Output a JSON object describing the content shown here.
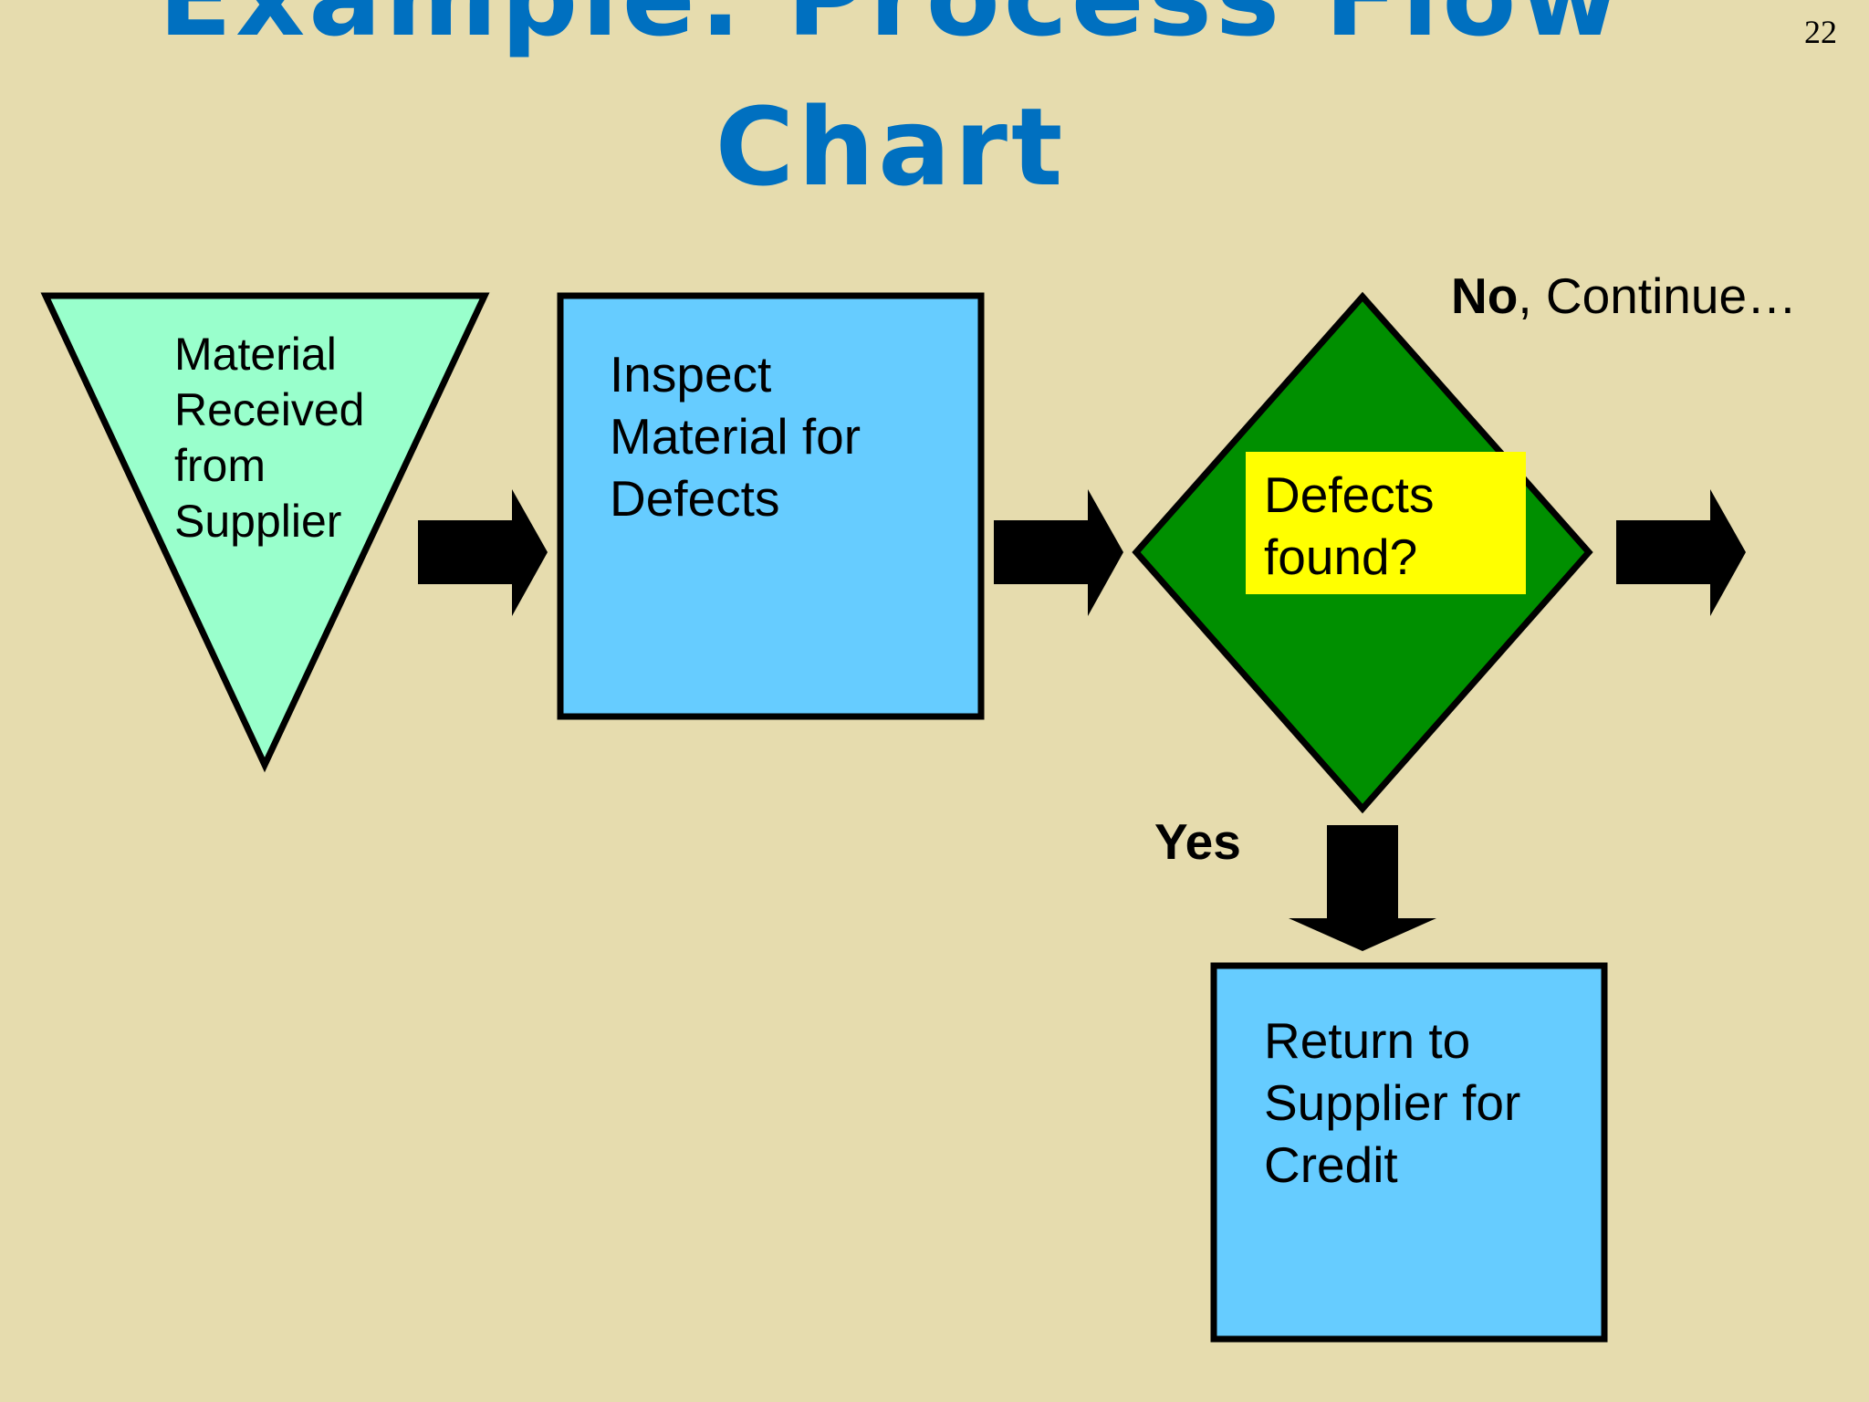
{
  "slide": {
    "title_line1": "Example: Process Flow",
    "title_line2": "Chart",
    "page_number": "22"
  },
  "flowchart": {
    "start_triangle": {
      "text": "Material Received from Supplier",
      "fill": "#99ffcc"
    },
    "inspect_box": {
      "text": "Inspect Material for Defects",
      "fill": "#66ccff"
    },
    "decision": {
      "text": "Defects found?",
      "fill": "#008f00",
      "highlight": "#ffff00"
    },
    "no_branch": {
      "bold": "No",
      "rest": ", Continue…"
    },
    "yes_branch": {
      "label": "Yes"
    },
    "return_box": {
      "text": "Return to Supplier for Credit",
      "fill": "#66ccff"
    }
  },
  "colors": {
    "background": "#e6dcae",
    "title": "#0070c0",
    "arrow": "#000000"
  }
}
